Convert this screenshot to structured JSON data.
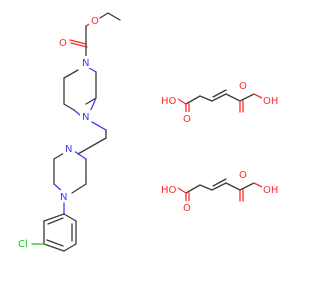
{
  "atoms": {
    "ester_ether_O": "O",
    "carbonyl_O": "O",
    "N_top": "N",
    "N_middle_top": "N",
    "N_middle_bottom": "N",
    "N_bottom": "N",
    "chlorine": "Cl",
    "fumaric1_OH_left": "HO",
    "fumaric1_O_left": "O",
    "fumaric1_O_right": "O",
    "fumaric1_OH_right": "OH",
    "fumaric2_OH_left": "HO",
    "fumaric2_O_left": "O",
    "fumaric2_O_right": "O",
    "fumaric2_OH_right": "OH"
  },
  "colors": {
    "bond": "#3a3a3a",
    "oxygen": "#ff2a2a",
    "nitrogen": "#3b3bff",
    "chlorine": "#1fc21f",
    "background": "#ffffff"
  }
}
